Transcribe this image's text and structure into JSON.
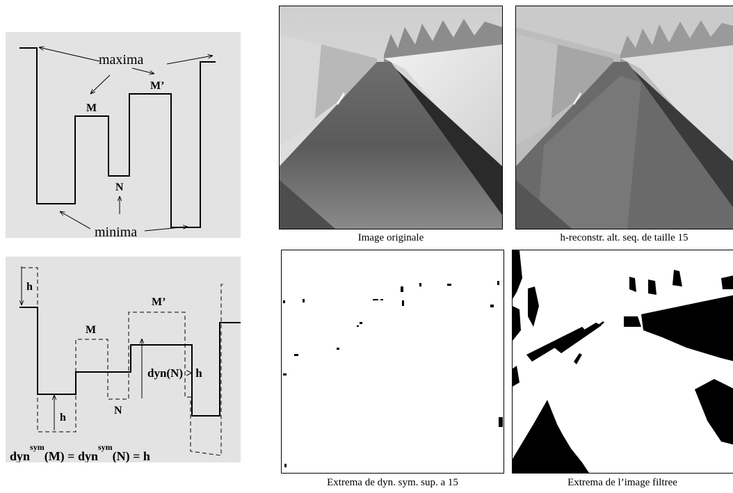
{
  "diagram_top": {
    "maxima_label": "maxima",
    "minima_label": "minima",
    "m_label": "M",
    "mprime_label": "M’",
    "n_label": "N"
  },
  "diagram_bottom": {
    "h_label": "h",
    "m_label": "M",
    "mprime_label": "M’",
    "n_label": "N",
    "dyn_n": "dyn(N) > h",
    "formula_dyn1": "dyn",
    "formula_sup1": "sym",
    "formula_arg1": "(M) = dyn",
    "formula_sup2": "sym",
    "formula_arg2": "(N) = h"
  },
  "images": {
    "original_caption": "Image originale",
    "reconstruction_caption": "h-reconstr. alt. seq. de taille 15",
    "extrema_caption": "Extrema de dyn. sym. sup. a 15",
    "filtered_caption": "Extrema de l’image filtree"
  }
}
